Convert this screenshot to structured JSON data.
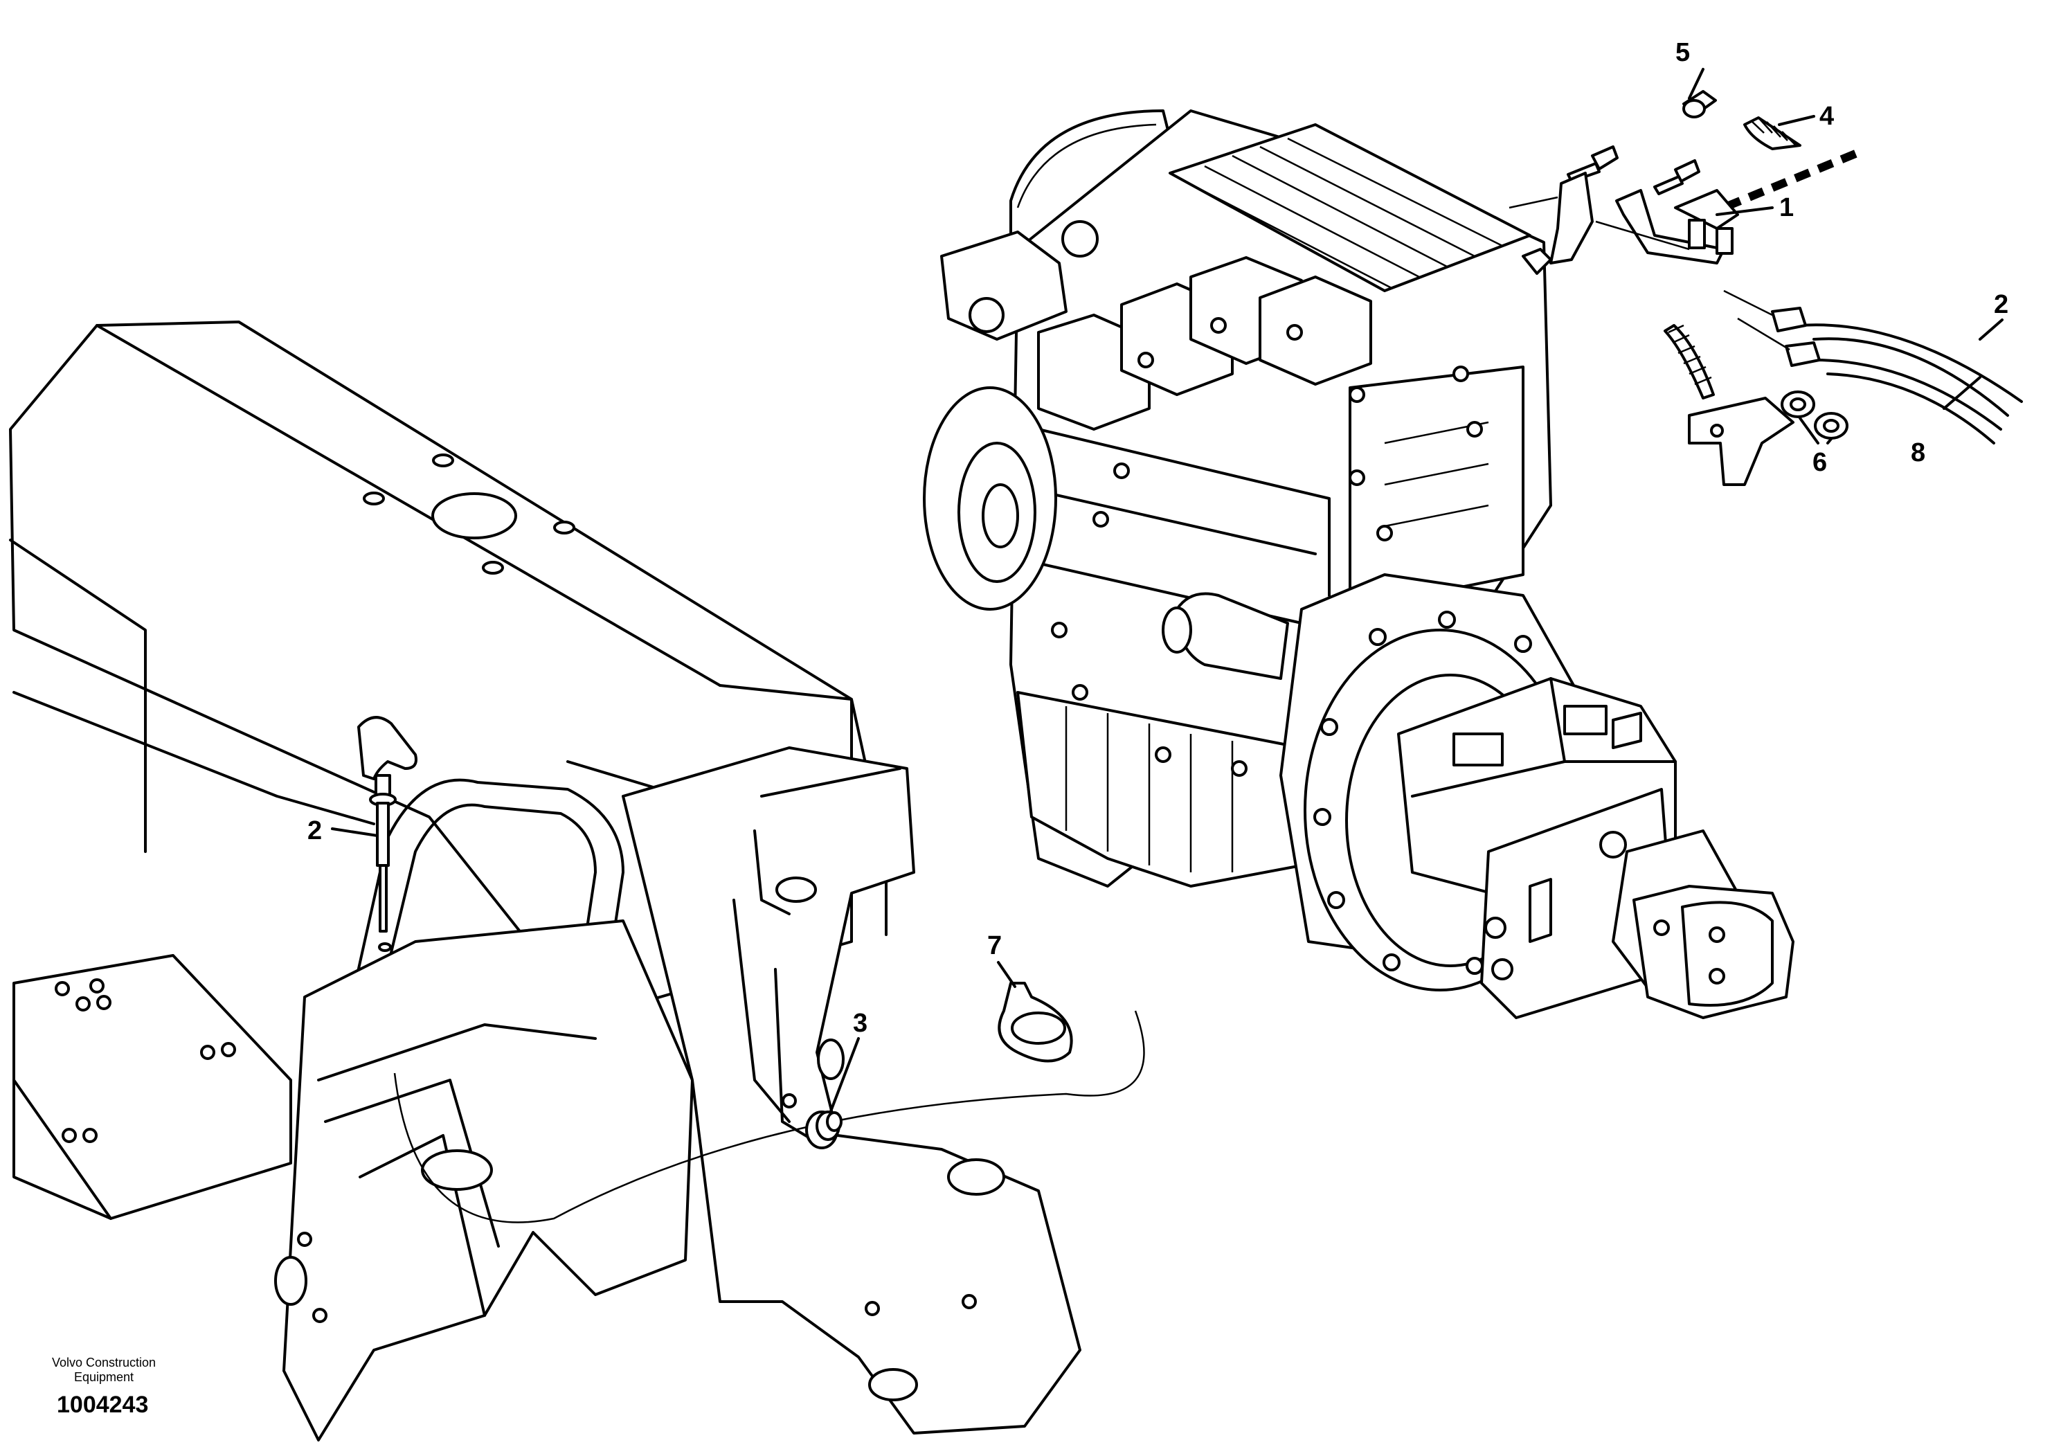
{
  "callouts": [
    {
      "id": "c5",
      "label": "5"
    },
    {
      "id": "c4",
      "label": "4"
    },
    {
      "id": "c1",
      "label": "1"
    },
    {
      "id": "c2a",
      "label": "2"
    },
    {
      "id": "c8",
      "label": "8"
    },
    {
      "id": "c6",
      "label": "6"
    },
    {
      "id": "c2b",
      "label": "2"
    },
    {
      "id": "c7",
      "label": "7"
    },
    {
      "id": "c3",
      "label": "3"
    }
  ],
  "footer": {
    "manufacturer": "Volvo Construction\nEquipment",
    "drawing_number": "1004243"
  }
}
